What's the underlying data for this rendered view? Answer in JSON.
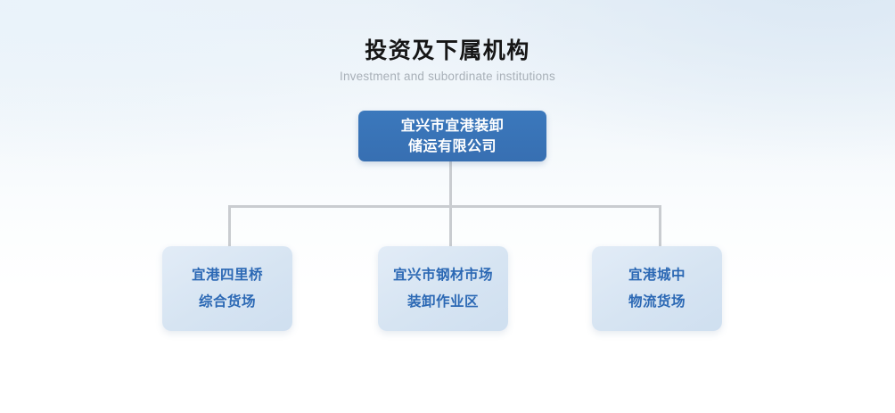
{
  "heading": {
    "title": "投资及下属机构",
    "subtitle": "Investment and subordinate institutions"
  },
  "colors": {
    "root_node_background": "#3874B8",
    "root_node_text": "#FFFFFF",
    "child_node_background": "#D8E6F3",
    "child_node_text": "#2B68B4",
    "connector_line": "#C9CCD0",
    "title_text": "#161616",
    "subtitle_text": "#A8B0B8",
    "page_background": "#F2F7FB"
  },
  "org_chart": {
    "root": {
      "line1": "宜兴市宜港装卸",
      "line2": "储运有限公司"
    },
    "children": [
      {
        "line1": "宜港四里桥",
        "line2": "综合货场"
      },
      {
        "line1": "宜兴市钢材市场",
        "line2": "装卸作业区"
      },
      {
        "line1": "宜港城中",
        "line2": "物流货场"
      }
    ]
  }
}
